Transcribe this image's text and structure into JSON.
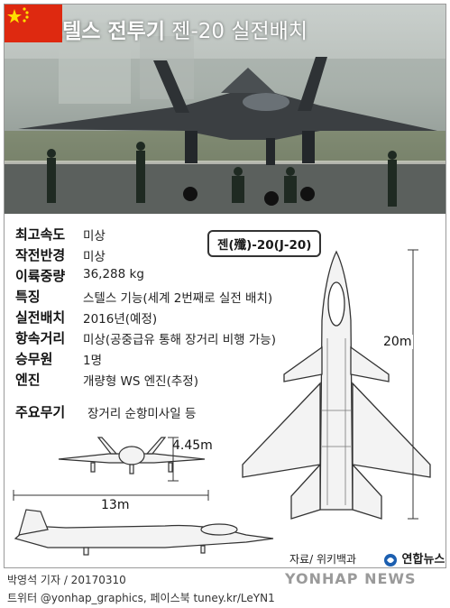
{
  "header": {
    "title_bold": "中 스텔스 전투기",
    "title_rest": "젠-20 실전배치"
  },
  "specs": [
    {
      "label": "최고속도",
      "value": "미상"
    },
    {
      "label": "작전반경",
      "value": "미상"
    },
    {
      "label": "이륙중량",
      "value": "36,288 kg"
    },
    {
      "label": "특징",
      "value": "스텔스 기능(세계 2번째로 실전 배치)"
    },
    {
      "label": "실전배치",
      "value": "2016년(예정)"
    },
    {
      "label": "항속거리",
      "value": "미상(공중급유 통해 장거리 비행 가능)"
    },
    {
      "label": "승무원",
      "value": "1명"
    },
    {
      "label": "엔진",
      "value": "개량형 WS 엔진(추정)"
    },
    {
      "label": "주요무기",
      "value": "장거리 순항미사일 등"
    }
  ],
  "model_name": "젠(殲)-20(J-20)",
  "dimensions": {
    "height": "4.45m",
    "wingspan": "13m",
    "length": "20m"
  },
  "source": "자료/ 위키백과",
  "brand_logo": "연합뉴스",
  "byline": "박영석 기자 / 20170310",
  "social": "트위터 @yonhap_graphics, 페이스북 tuney.kr/LeYN1",
  "watermark": "YONHAP NEWS",
  "colors": {
    "flag_red": "#de2910",
    "flag_star": "#ffde00"
  }
}
